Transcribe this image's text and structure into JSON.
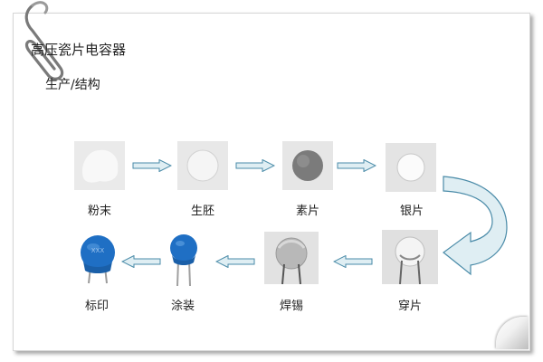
{
  "header": {
    "title": "高压瓷片电容器",
    "subtitle": "生产/结构"
  },
  "steps_top": [
    {
      "label": "粉末"
    },
    {
      "label": "生胚"
    },
    {
      "label": "素片"
    },
    {
      "label": "银片"
    }
  ],
  "steps_bottom": [
    {
      "label": "标印"
    },
    {
      "label": "涂装"
    },
    {
      "label": "焊锡"
    },
    {
      "label": "穿片"
    }
  ],
  "colors": {
    "arrow_fill": "#dfeef3",
    "arrow_stroke": "#4a8ba8",
    "capacitor_blue": "#1f6fc4"
  }
}
